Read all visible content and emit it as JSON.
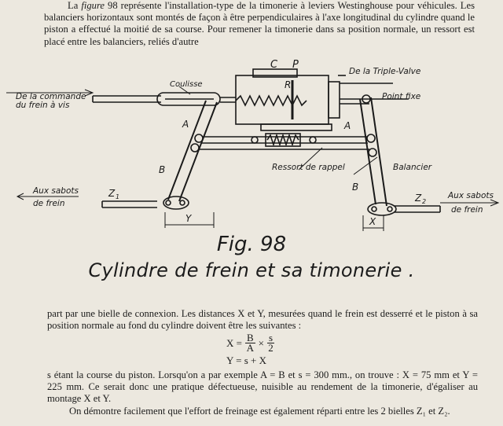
{
  "top_text": {
    "line1_lead": "La",
    "line1_figure": "figure",
    "line1_rest": " 98 représente l'installation-type de la timonerie à leviers Westinghouse pour véhicules. Les balanciers horizontaux sont montés de façon à être perpendiculaires à l'axe longitudinal du cylindre quand le piston a effectué la moitié de sa course. Pour remener la timonerie dans sa position normale, un ressort est placé entre les balanciers, reliés d'autre"
  },
  "figure": {
    "labels": {
      "commande": "De la commande",
      "commande2": "du frein à vis",
      "coulisse": "Coulisse",
      "c": "C",
      "p": "P",
      "r": "R",
      "triple_valve": "De la Triple-Valve",
      "point_fixe": "Point fixe",
      "a_left": "A",
      "b_left": "B",
      "a_right": "A",
      "b_right": "B",
      "ressort": "Ressort de rappel",
      "balancier": "Balancier",
      "z1": "Z",
      "z1_sub": "1",
      "z2": "Z",
      "z2_sub": "2",
      "sabots_left1": "Aux sabots",
      "sabots_left2": "de frein",
      "sabots_right1": "Aux sabots",
      "sabots_right2": "de frein",
      "y": "Y",
      "x": "X"
    },
    "caption_fig": "Fig. 98",
    "caption_title": "Cylindre de frein et sa timonerie ."
  },
  "bottom_text": {
    "para1": "part par une bielle de connexion. Les distances X et Y, mesurées quand le frein est desserré et le piston à sa position normale au fond du cylindre doivent être les suivantes :",
    "formula": {
      "x_lhs": "X =",
      "frac1_num": "B",
      "frac1_den": "A",
      "times": "×",
      "frac2_num": "s",
      "frac2_den": "2",
      "y_eq": "Y = s + X"
    },
    "para2": "s étant la course du piston. Lorsqu'on a par exemple A = B et s = 300 mm., on trouve : X = 75 mm et Y = 225 mm. Ce serait donc une pratique défectueuse, nuisible au rendement de la timonerie, d'égaliser au montage X et Y.",
    "para3": "On démontre facilement que l'effort de freinage est également réparti entre les 2 bielles Z₁ et Z₂."
  }
}
